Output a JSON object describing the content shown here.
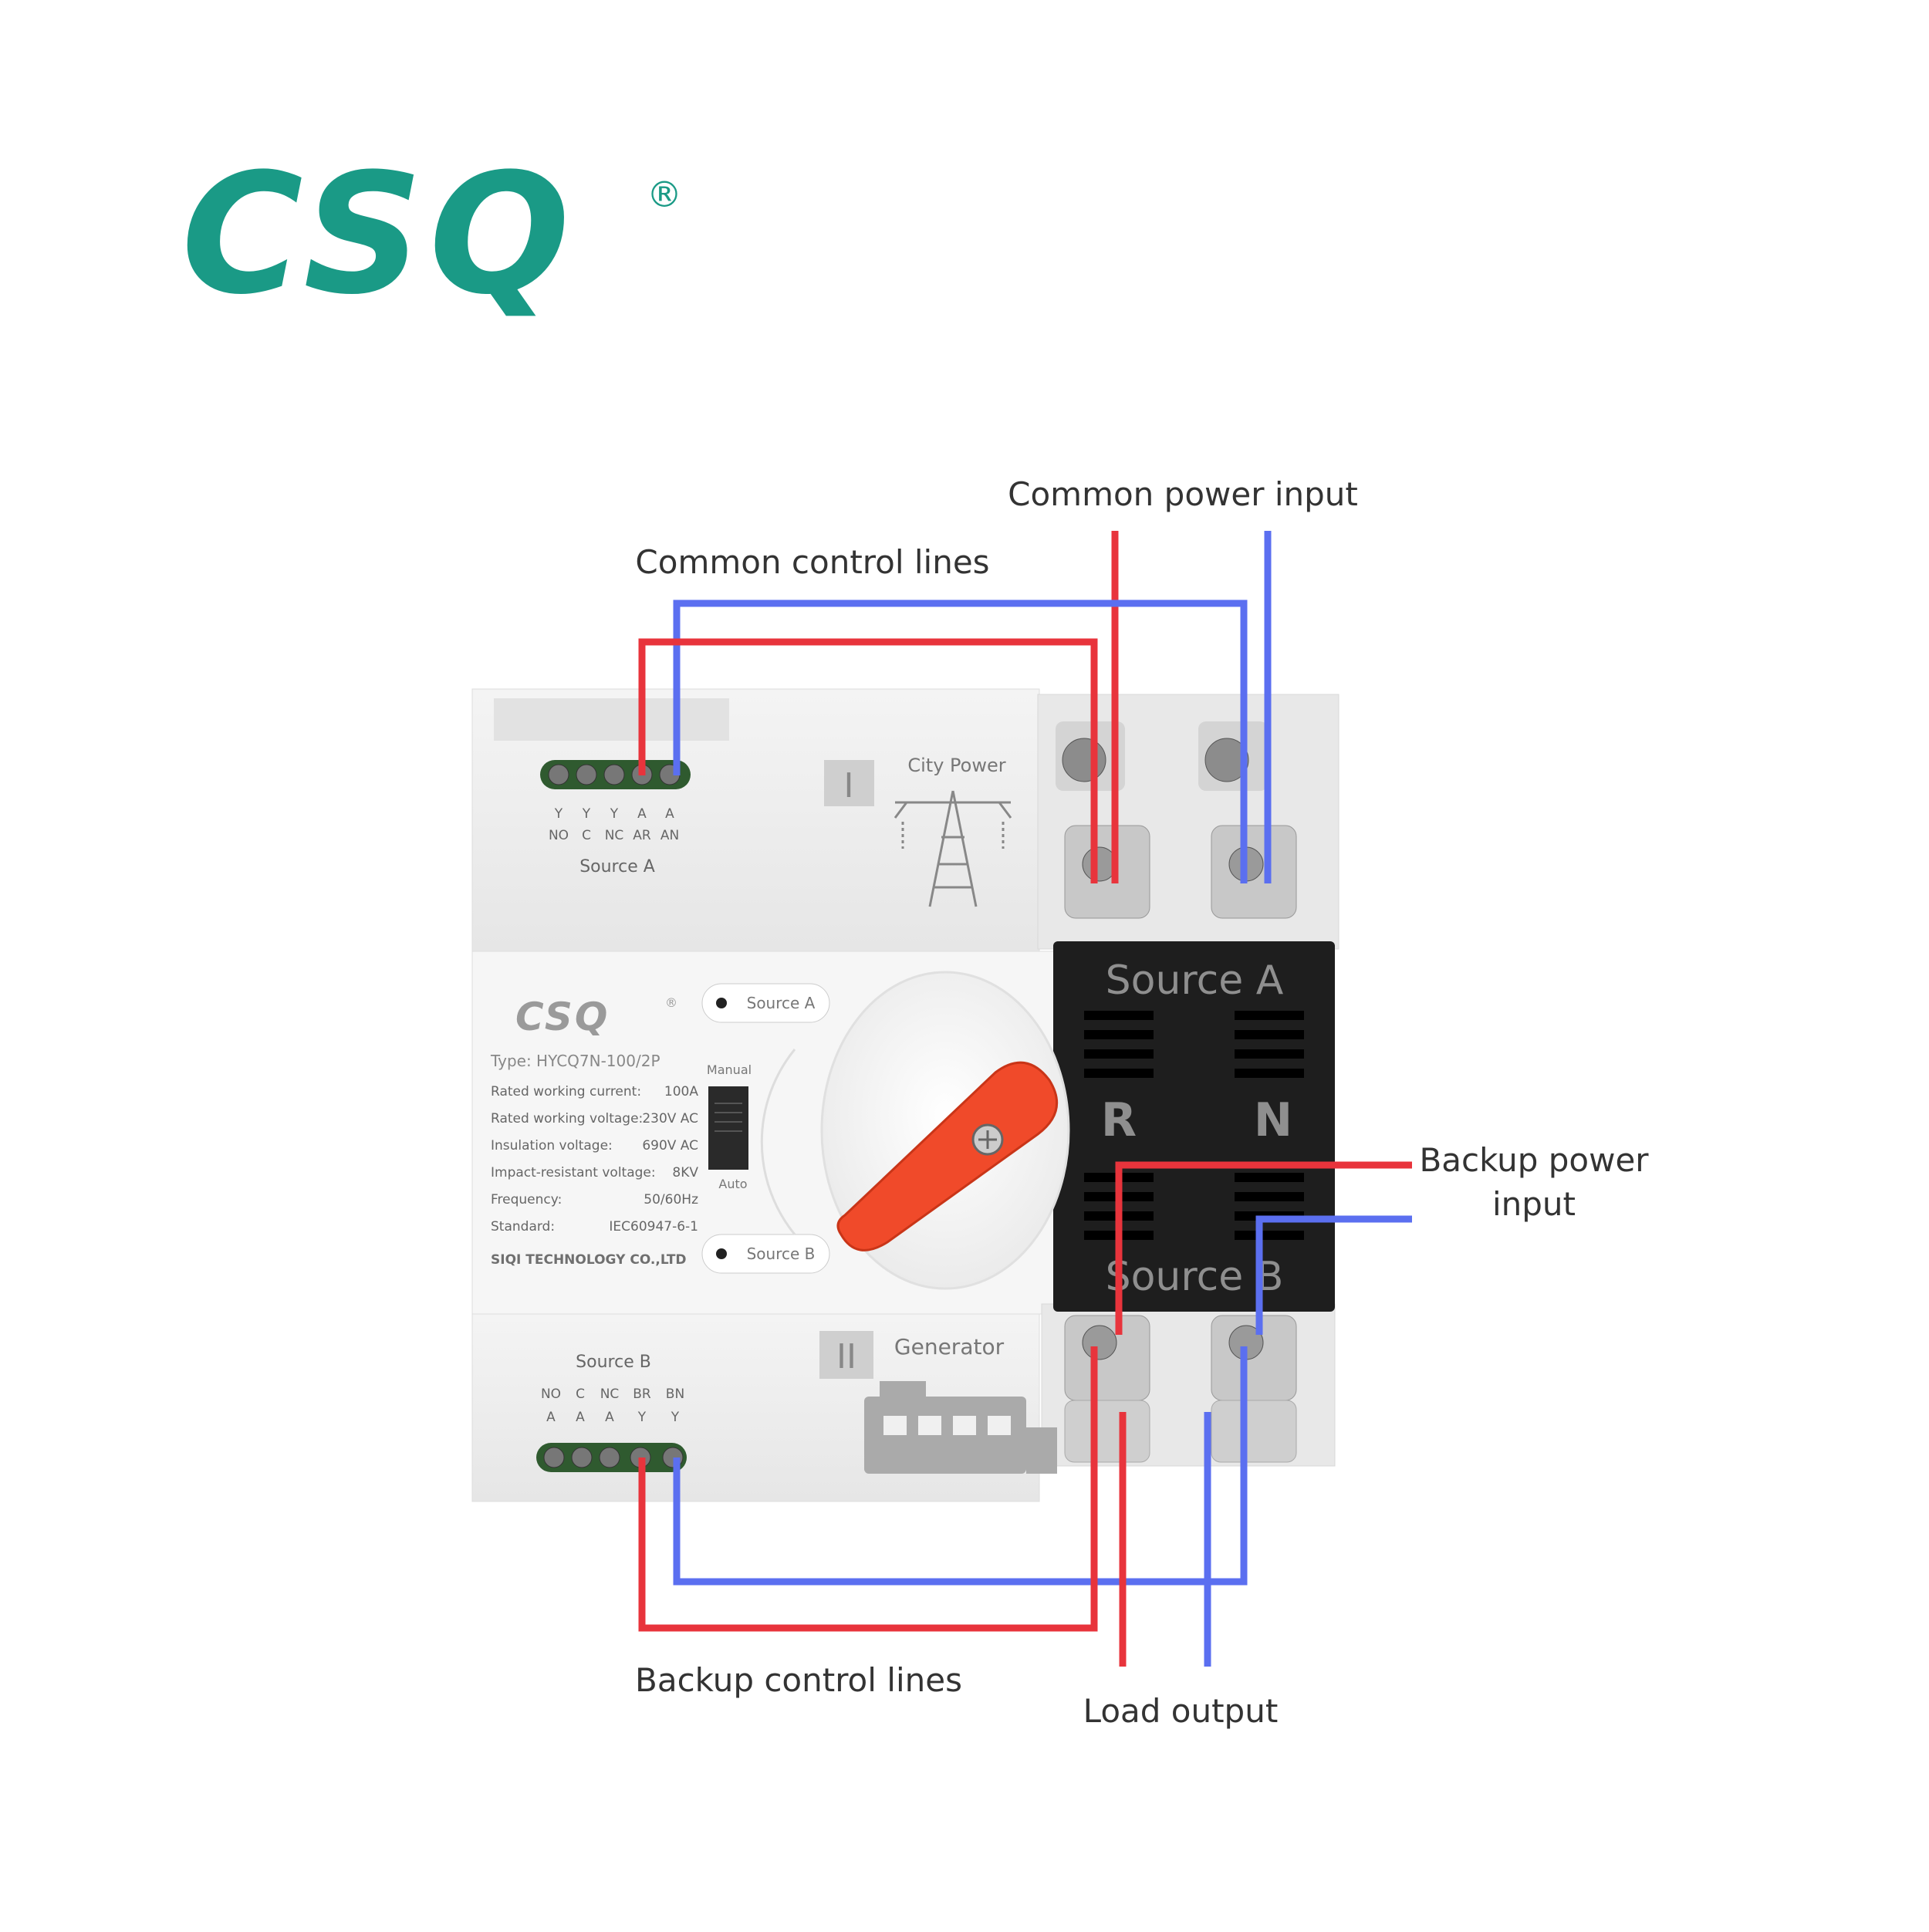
{
  "brand": {
    "logo_text": "CSQ",
    "registered_mark": "®",
    "color": "#1a9a86"
  },
  "callouts": {
    "common_power_input": "Common power input",
    "common_control_lines": "Common control lines",
    "backup_power_input_line1": "Backup power",
    "backup_power_input_line2": "input",
    "backup_control_lines": "Backup control lines",
    "load_output": "Load output"
  },
  "device": {
    "source_a_section": {
      "terminals": [
        "NO",
        "C",
        "NC",
        "AR",
        "AN"
      ],
      "caption": "Source A",
      "roman": "I",
      "title": "City Power"
    },
    "source_b_section": {
      "terminals": [
        "NO",
        "C",
        "NC",
        "BR",
        "BN"
      ],
      "caption": "Source B",
      "roman": "II",
      "title": "Generator"
    },
    "faceplate": {
      "logo": "CSQ",
      "type": "Type: HYCQ7N-100/2P",
      "specs": [
        {
          "label": "Rated working current:",
          "value": "100A"
        },
        {
          "label": "Rated working voltage:",
          "value": "230V AC"
        },
        {
          "label": "Insulation voltage:",
          "value": "690V AC"
        },
        {
          "label": "Impact-resistant voltage:",
          "value": "8KV"
        },
        {
          "label": "Frequency:",
          "value": "50/60Hz"
        },
        {
          "label": "Standard:",
          "value": "IEC60947-6-1"
        }
      ],
      "company": "SIQI TECHNOLOGY CO.,LTD",
      "mode_manual": "Manual",
      "mode_auto": "Auto",
      "position_a": "Source A",
      "position_b": "Source B"
    },
    "black_panel": {
      "top": "Source A",
      "r": "R",
      "n": "N",
      "bottom": "Source B"
    }
  },
  "colors": {
    "live_wire": "#e8343c",
    "neutral_wire": "#5b6ff0",
    "handle": "#f04a2a",
    "panel": "#1e1e1e",
    "housing": "#eeeeee"
  }
}
